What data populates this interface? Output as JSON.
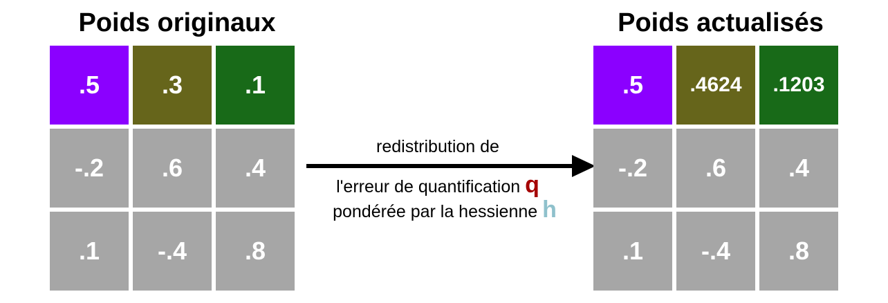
{
  "left": {
    "title": "Poids originaux",
    "cells": [
      {
        "value": ".5",
        "color": "#8b00ff"
      },
      {
        "value": ".3",
        "color": "#66651b"
      },
      {
        "value": ".1",
        "color": "#186a18"
      },
      {
        "value": "-.2",
        "color": "#a6a6a6"
      },
      {
        "value": ".6",
        "color": "#a6a6a6"
      },
      {
        "value": ".4",
        "color": "#a6a6a6"
      },
      {
        "value": ".1",
        "color": "#a6a6a6"
      },
      {
        "value": "-.4",
        "color": "#a6a6a6"
      },
      {
        "value": ".8",
        "color": "#a6a6a6"
      }
    ]
  },
  "right": {
    "title": "Poids actualisés",
    "cells": [
      {
        "value": ".5",
        "color": "#8b00ff"
      },
      {
        "value": ".4624",
        "color": "#66651b"
      },
      {
        "value": ".1203",
        "color": "#186a18"
      },
      {
        "value": "-.2",
        "color": "#a6a6a6"
      },
      {
        "value": ".6",
        "color": "#a6a6a6"
      },
      {
        "value": ".4",
        "color": "#a6a6a6"
      },
      {
        "value": ".1",
        "color": "#a6a6a6"
      },
      {
        "value": "-.4",
        "color": "#a6a6a6"
      },
      {
        "value": ".8",
        "color": "#a6a6a6"
      }
    ]
  },
  "arrow": {
    "line1": "redistribution de",
    "line2": "l'erreur de quantification",
    "q_symbol": "q",
    "q_color": "#a50000",
    "line3": "pondérée par la hessienne",
    "h_symbol": "h",
    "h_color": "#8fc1cc"
  }
}
